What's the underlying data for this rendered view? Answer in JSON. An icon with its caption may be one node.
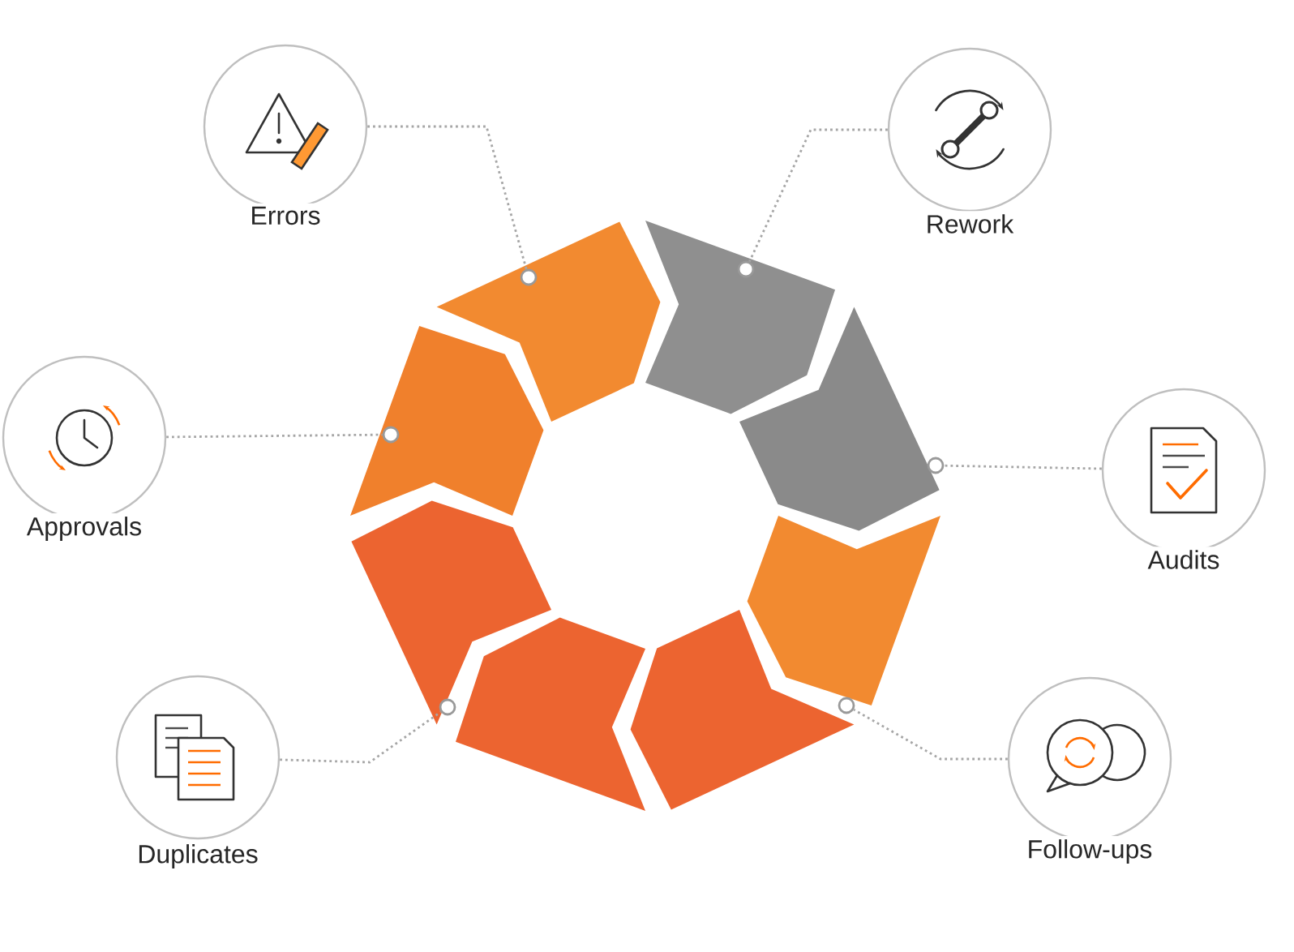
{
  "diagram": {
    "nodes": [
      {
        "text": [
          "Errors"
        ]
      },
      {
        "text": [
          "Rework"
        ]
      },
      {
        "text": [
          "Approvals"
        ]
      },
      {
        "text": [
          "Audits"
        ]
      },
      {
        "text": [
          "Duplicates"
        ]
      },
      {
        "text": [
          "Follow-ups"
        ]
      },
      {
        "text": [],
        "shape": "chevron"
      },
      {
        "text": [],
        "shape": "chevron"
      },
      {
        "text": [],
        "shape": "chevron"
      },
      {
        "text": [],
        "shape": "chevron"
      },
      {
        "text": [],
        "shape": "chevron"
      },
      {
        "text": [],
        "shape": "chevron"
      },
      {
        "text": [],
        "shape": "chevron"
      },
      {
        "text": [],
        "shape": "chevron"
      }
    ],
    "edges": [
      {
        "from": 0,
        "to": 6,
        "arrow": "none",
        "style": "dashed"
      },
      {
        "from": 1,
        "to": 7,
        "arrow": "none",
        "style": "dashed"
      },
      {
        "from": 2,
        "to": 13,
        "arrow": "none",
        "style": "dashed"
      },
      {
        "from": 3,
        "to": 8,
        "arrow": "none",
        "style": "dashed"
      },
      {
        "from": 4,
        "to": 12,
        "arrow": "none",
        "style": "dashed"
      },
      {
        "from": 5,
        "to": 10,
        "arrow": "none",
        "style": "dashed"
      }
    ]
  }
}
